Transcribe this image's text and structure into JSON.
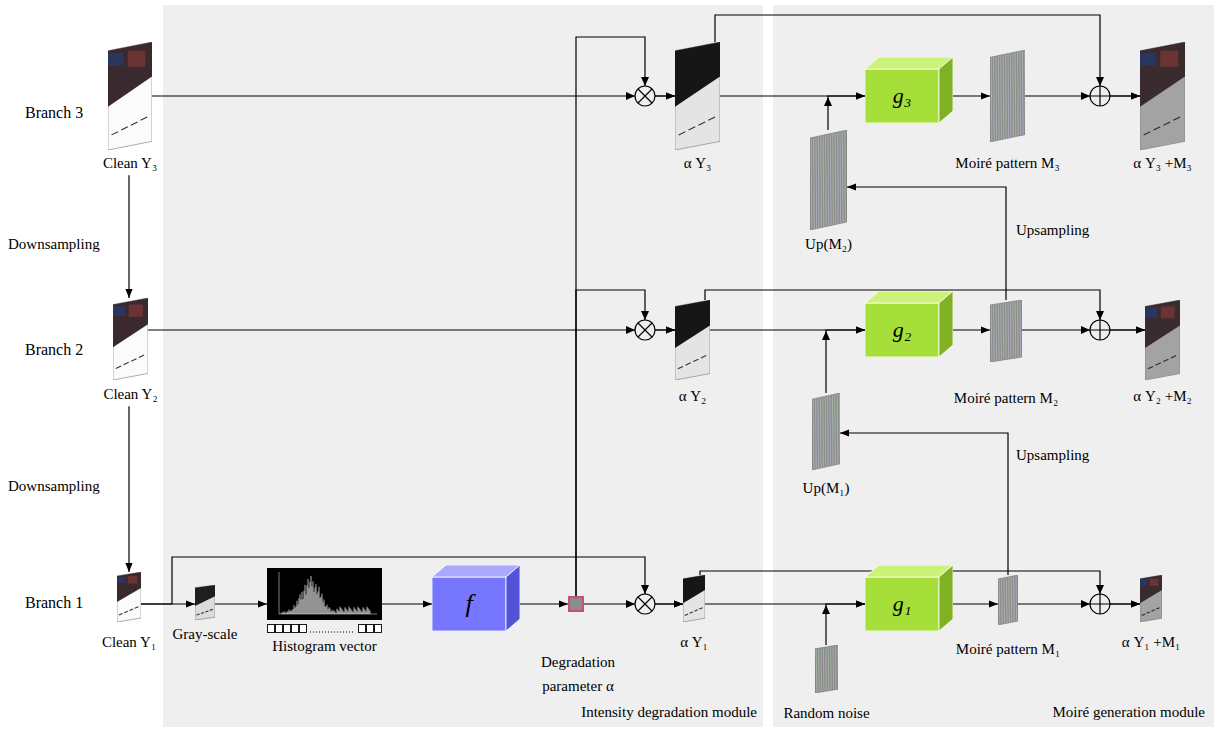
{
  "diagram": {
    "nodes": [
      {
        "text": [
          "Intensity degradation module"
        ]
      },
      {
        "text": [
          "Moiré generation module"
        ]
      },
      {
        "text": [
          "Clean Y₃"
        ]
      },
      {
        "text": [
          "Clean Y₂"
        ]
      },
      {
        "text": [
          "Clean Y₁"
        ]
      },
      {
        "text": [
          "Gray-scale"
        ],
        "in": 0
      },
      {
        "text": [
          "Histogram vector"
        ],
        "in": 0
      },
      {
        "text": [
          "f"
        ],
        "in": 0
      },
      {
        "text": [
          "Degradation parameter α"
        ],
        "in": 0
      },
      {
        "text": [
          "α Y₃"
        ],
        "in": 0
      },
      {
        "text": [
          "α Y₂"
        ],
        "in": 0
      },
      {
        "text": [
          "α Y₁"
        ],
        "in": 0
      },
      {
        "text": [
          "g₃"
        ],
        "in": 1
      },
      {
        "text": [
          "Moiré pattern M₃"
        ],
        "in": 1
      },
      {
        "text": [
          "α Y₃ +M₃"
        ],
        "in": 1
      },
      {
        "text": [
          "Up(M₂)"
        ],
        "in": 1
      },
      {
        "text": [
          "g₂"
        ],
        "in": 1
      },
      {
        "text": [
          "Moiré pattern M₂"
        ],
        "in": 1
      },
      {
        "text": [
          "α Y₂ +M₂"
        ],
        "in": 1
      },
      {
        "text": [
          "Up(M₁)"
        ],
        "in": 1
      },
      {
        "text": [
          "g₁"
        ],
        "in": 1
      },
      {
        "text": [
          "Moiré pattern M₁"
        ],
        "in": 1
      },
      {
        "text": [
          "α Y₁ +M₁"
        ],
        "in": 1
      },
      {
        "text": [
          "Random noise"
        ],
        "in": 1
      }
    ],
    "edges": [
      {
        "from": 2,
        "to": 3,
        "arrow": "to",
        "label": "Downsampling"
      },
      {
        "from": 3,
        "to": 4,
        "arrow": "to",
        "label": "Downsampling"
      },
      {
        "from": 2,
        "to": 9,
        "arrow": "to"
      },
      {
        "from": 8,
        "to": 9,
        "arrow": "to"
      },
      {
        "from": 3,
        "to": 10,
        "arrow": "to"
      },
      {
        "from": 8,
        "to": 10,
        "arrow": "to"
      },
      {
        "from": 4,
        "to": 5,
        "arrow": "to"
      },
      {
        "from": 4,
        "to": 11,
        "arrow": "to"
      },
      {
        "from": 5,
        "to": 6,
        "arrow": "to"
      },
      {
        "from": 6,
        "to": 7,
        "arrow": "to"
      },
      {
        "from": 7,
        "to": 8,
        "arrow": "to"
      },
      {
        "from": 8,
        "to": 11,
        "arrow": "to"
      },
      {
        "from": 9,
        "to": 12,
        "arrow": "to"
      },
      {
        "from": 15,
        "to": 12,
        "arrow": "to"
      },
      {
        "from": 12,
        "to": 13,
        "arrow": "to"
      },
      {
        "from": 13,
        "to": 14,
        "arrow": "to"
      },
      {
        "from": 9,
        "to": 14,
        "arrow": "to"
      },
      {
        "from": 17,
        "to": 15,
        "arrow": "to",
        "label": "Upsampling"
      },
      {
        "from": 10,
        "to": 16,
        "arrow": "to"
      },
      {
        "from": 19,
        "to": 16,
        "arrow": "to"
      },
      {
        "from": 16,
        "to": 17,
        "arrow": "to"
      },
      {
        "from": 17,
        "to": 18,
        "arrow": "to"
      },
      {
        "from": 10,
        "to": 18,
        "arrow": "to"
      },
      {
        "from": 21,
        "to": 19,
        "arrow": "to",
        "label": "Upsampling"
      },
      {
        "from": 11,
        "to": 20,
        "arrow": "to"
      },
      {
        "from": 23,
        "to": 20,
        "arrow": "to"
      },
      {
        "from": 20,
        "to": 21,
        "arrow": "to"
      },
      {
        "from": 21,
        "to": 22,
        "arrow": "to"
      },
      {
        "from": 11,
        "to": 22,
        "arrow": "to"
      }
    ],
    "labels": [
      "Branch 3",
      "Branch 2",
      "Branch 1"
    ]
  }
}
